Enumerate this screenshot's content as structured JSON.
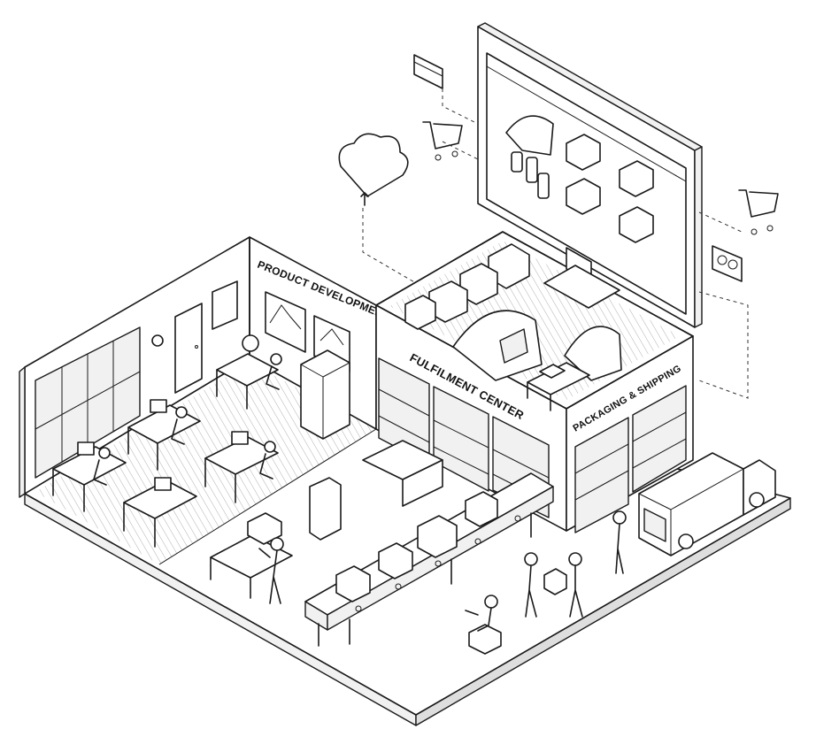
{
  "labels": {
    "product_development": "PRODUCT DEVELOPMENT",
    "fulfilment_center": "FULFILMENT CENTER",
    "packaging_shipping": "PACKAGING & SHIPPING"
  }
}
